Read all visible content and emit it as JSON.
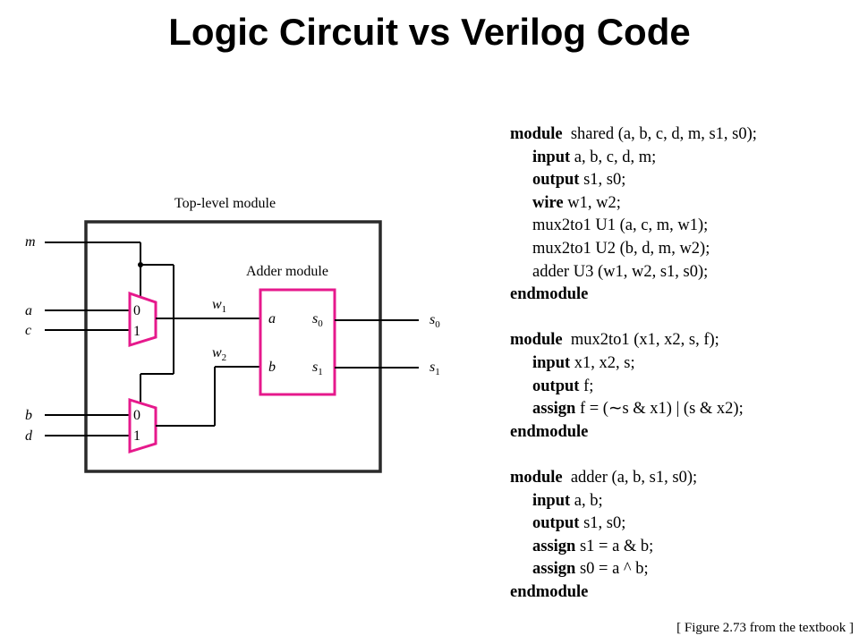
{
  "title": "Logic Circuit vs Verilog Code",
  "diagram": {
    "top_label": "Top-level module",
    "adder_label": "Adder module",
    "inputs": {
      "m": "m",
      "a": "a",
      "c": "c",
      "b": "b",
      "d": "d"
    },
    "wires": {
      "w1": "w",
      "w1_sub": "1",
      "w2": "w",
      "w2_sub": "2"
    },
    "mux_pins": {
      "in0": "0",
      "in1": "1"
    },
    "adder_pins": {
      "a": "a",
      "b": "b",
      "s0": "s",
      "s0_sub": "0",
      "s1": "s",
      "s1_sub": "1"
    },
    "outputs": {
      "s0": "s",
      "s0_sub": "0",
      "s1": "s",
      "s1_sub": "1"
    },
    "colors": {
      "mux": "#e6198c",
      "adder": "#e6198c",
      "wire": "#000000"
    }
  },
  "code": [
    {
      "kw": "module",
      "rest": "  shared (a, b, c, d, m, s1, s0);",
      "indent": false
    },
    {
      "kw": "input",
      "rest": " a, b, c, d, m;",
      "indent": true
    },
    {
      "kw": "output",
      "rest": " s1, s0;",
      "indent": true
    },
    {
      "kw": "wire",
      "rest": " w1, w2;",
      "indent": true
    },
    {
      "kw": "",
      "rest": "mux2to1 U1 (a, c, m, w1);",
      "indent": true
    },
    {
      "kw": "",
      "rest": "mux2to1 U2 (b, d, m, w2);",
      "indent": true
    },
    {
      "kw": "",
      "rest": "adder U3 (w1, w2, s1, s0);",
      "indent": true
    },
    {
      "kw": "endmodule",
      "rest": "",
      "indent": false
    },
    {
      "gap": true
    },
    {
      "kw": "module",
      "rest": "  mux2to1 (x1, x2, s, f);",
      "indent": false
    },
    {
      "kw": "input",
      "rest": " x1, x2, s;",
      "indent": true
    },
    {
      "kw": "output",
      "rest": " f;",
      "indent": true
    },
    {
      "kw": "assign",
      "rest": " f = (∼s & x1) | (s & x2);",
      "indent": true
    },
    {
      "kw": "endmodule",
      "rest": "",
      "indent": false
    },
    {
      "gap": true
    },
    {
      "kw": "module",
      "rest": "  adder (a, b, s1, s0);",
      "indent": false
    },
    {
      "kw": "input",
      "rest": " a, b;",
      "indent": true
    },
    {
      "kw": "output",
      "rest": " s1, s0;",
      "indent": true
    },
    {
      "kw": "assign",
      "rest": " s1 = a & b;",
      "indent": true
    },
    {
      "kw": "assign",
      "rest": " s0 = a ^ b;",
      "indent": true
    },
    {
      "kw": "endmodule",
      "rest": "",
      "indent": false
    }
  ],
  "caption": "[ Figure 2.73 from the textbook ]"
}
